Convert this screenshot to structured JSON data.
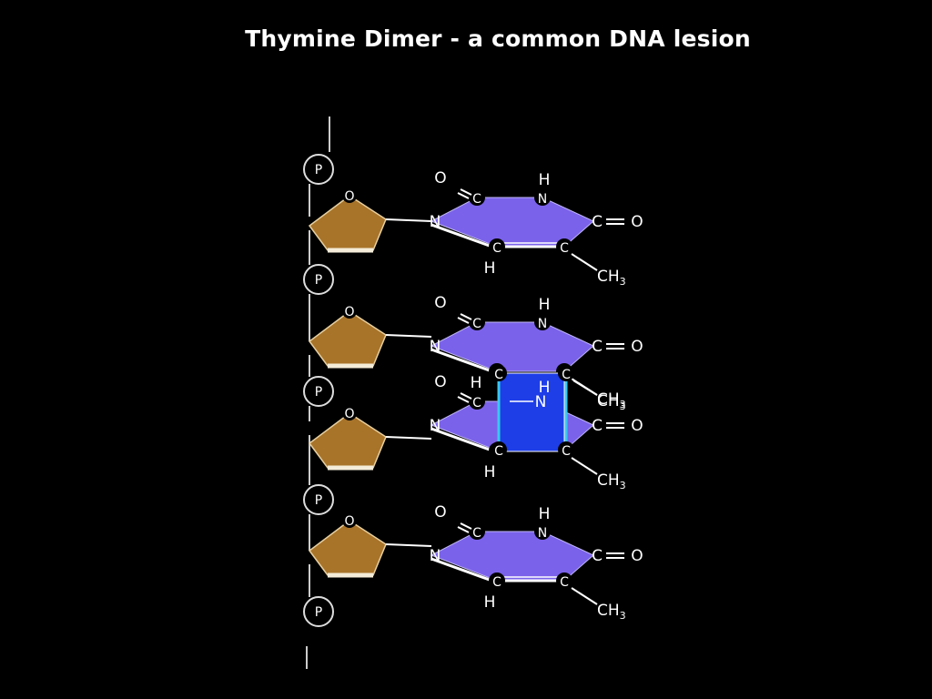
{
  "title": "Thymine Dimer - a common DNA lesion",
  "colors": {
    "background": "#000000",
    "sugar": "#a8742a",
    "sugar_edge": "#e8d0a0",
    "base": "#7b62ea",
    "base_edge": "#ffffff",
    "dimer_ring": "#1e3ee8",
    "dimer_bond": "#38c8f0",
    "backbone": "#cccccc"
  },
  "labels": {
    "phosphate": "P",
    "ring_oxygen": "O",
    "nitrogen": "N",
    "carbon": "C",
    "hydrogen": "H",
    "oxygen": "O",
    "methyl": "CH",
    "methyl_sub": "3"
  }
}
